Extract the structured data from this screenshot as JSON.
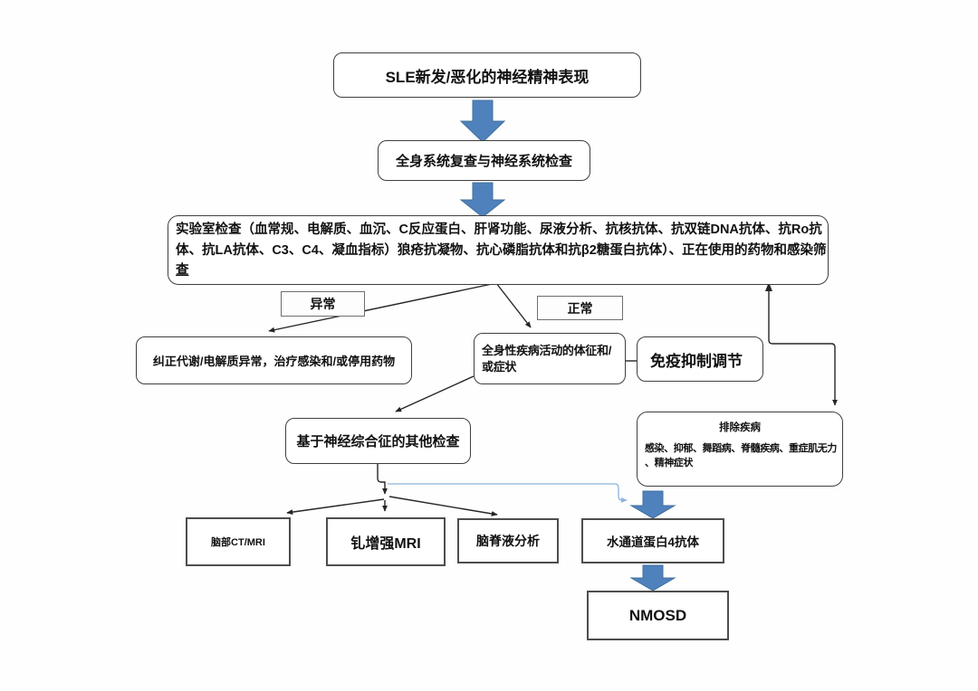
{
  "diagram": {
    "title_hint": "SLE neuropsychiatric work-up flowchart",
    "colors": {
      "accent_blue": "#4f81bd",
      "accent_blue_border": "#41719c",
      "light_blue": "#8db4dc",
      "line": "#262626"
    },
    "nodes": {
      "sle": "SLE新发/恶化的神经精神表现",
      "review": "全身系统复查与神经系统检查",
      "lab_line1": "实验室检查（血常规、电解质、血沉、C反应蛋白、肝肾功能、尿液分析、抗核抗体、抗双链DNA抗体、抗Ro抗",
      "lab_line2": "体、抗LA抗体、C3、C4、凝血指标）狼疮抗凝物、抗心磷脂抗体和抗β2糖蛋白抗体）、正在使用的药物和感染筛",
      "lab_line3": "查",
      "abnormal": "异常",
      "normal": "正常",
      "correct": "纠正代谢/电解质异常，治疗感染和/或停用药物",
      "systemic_line1": "全身性疾病活动的体征和/",
      "systemic_line2": "或症状",
      "immuno": "免疫抑制调节",
      "exclude_title": "排除疾病",
      "exclude_body_line1": "感染、抑郁、舞蹈病、脊髓疾病、重症肌无力",
      "exclude_body_line2": "、精神症状",
      "neuro_other": "基于神经综合征的其他检查",
      "ct_mri": "脑部CT/MRI",
      "gd_mri": "钆增强MRI",
      "csf": "脑脊液分析",
      "aqp4": "水通道蛋白4抗体",
      "nmosd": "NMOSD"
    }
  }
}
